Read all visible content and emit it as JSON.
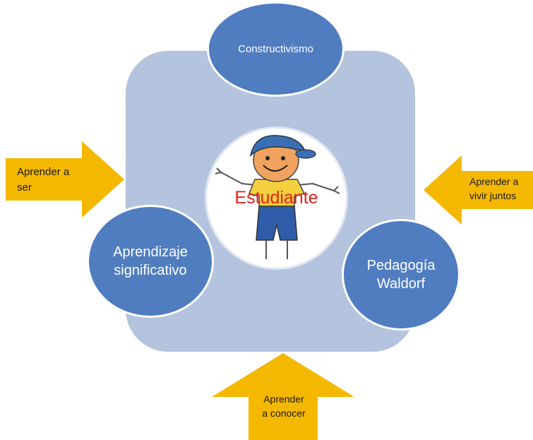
{
  "diagram": {
    "colors": {
      "background_shape": "#b4c3de",
      "ellipse_fill": "#4f7dbf",
      "arrow_fill": "#f5b800",
      "student_label": "#e2231a"
    },
    "top_node": {
      "label": "Constructivismo"
    },
    "left_node": {
      "line1": "Aprendizaje",
      "line2": "significativo"
    },
    "right_node": {
      "line1": "Pedagogía",
      "line2": "Waldorf"
    },
    "center": {
      "label": "Estudiante",
      "image_icon": "child-drawing-icon"
    },
    "arrows": {
      "left": {
        "line1": "Aprender a",
        "line2": "ser",
        "direction": "right"
      },
      "right": {
        "line1": "Aprender a",
        "line2": "vivir juntos",
        "direction": "left"
      },
      "bottom": {
        "line1": "Aprender",
        "line2": "a conocer",
        "direction": "up"
      }
    }
  }
}
